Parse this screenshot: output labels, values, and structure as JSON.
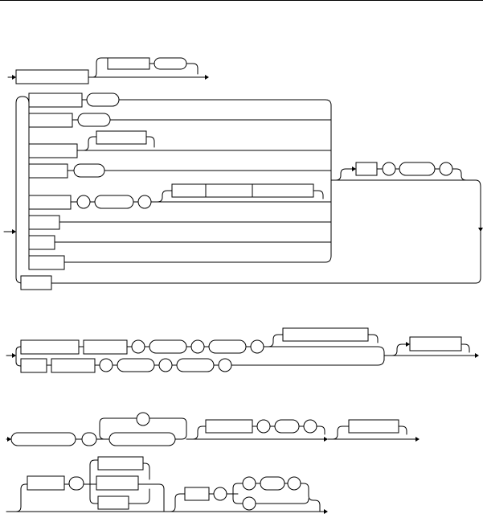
{
  "diagram": {
    "kind": "syntax railroad diagram",
    "labels_visible": false,
    "line_color": "#000000",
    "background": "#ffffff",
    "sections": [
      {
        "id": "upper-block",
        "terminals": 11,
        "nonterminals": 15
      },
      {
        "id": "middle-block",
        "terminals": 8,
        "nonterminals": 9
      },
      {
        "id": "lower-block-a",
        "terminals": 3,
        "nonterminals": 4
      },
      {
        "id": "lower-block-b",
        "terminals": 5,
        "nonterminals": 5
      }
    ]
  }
}
